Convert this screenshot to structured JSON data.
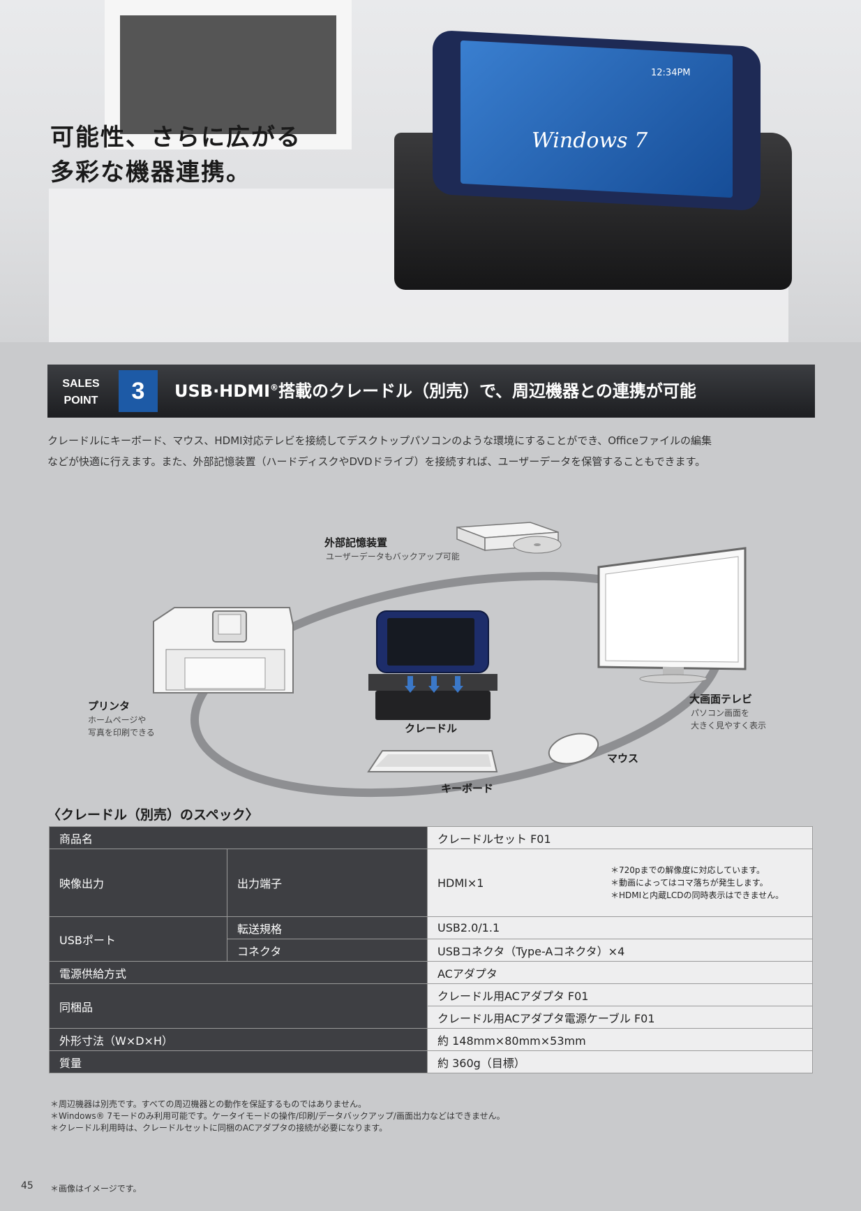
{
  "hero": {
    "title_line1": "可能性、さらに広がる",
    "title_line2": "多彩な機器連携。",
    "screen_brand": "Windows 7",
    "screen_time": "12:34PM"
  },
  "banner": {
    "sales_line1": "SALES",
    "sales_line2": "POINT",
    "number": "3",
    "title_part1": "USB·HDMI",
    "title_sup": "®",
    "title_part2": "搭載のクレードル（別売）で、周辺機器との連携が可能"
  },
  "intro": {
    "line1": "クレードルにキーボード、マウス、HDMI対応テレビを接続してデスクトップパソコンのような環境にすることができ、Officeファイルの編集",
    "line2": "などが快適に行えます。また、外部記憶装置（ハードディスクやDVDドライブ）を接続すれば、ユーザーデータを保管することもできます。"
  },
  "diagram": {
    "storage_label": "外部記憶装置",
    "storage_sub": "ユーザーデータもバックアップ可能",
    "printer_label": "プリンタ",
    "printer_sub1": "ホームページや",
    "printer_sub2": "写真を印刷できる",
    "cradle_label": "クレードル",
    "tv_label": "大画面テレビ",
    "tv_sub1": "パソコン画面を",
    "tv_sub2": "大きく見やすく表示",
    "mouse_label": "マウス",
    "keyboard_label": "キーボード"
  },
  "spec": {
    "title": "〈クレードル（別売）のスペック〉",
    "product_label": "商品名",
    "product_value": "クレードルセット F01",
    "video_label": "映像出力",
    "video_sub": "出力端子",
    "video_value": "HDMI×1",
    "video_note1": "＊720pまでの解像度に対応しています。",
    "video_note2": "＊動画によってはコマ落ちが発生します。",
    "video_note3": "＊HDMIと内蔵LCDの同時表示はできません。",
    "usb_label": "USBポート",
    "usb_sub1": "転送規格",
    "usb_value1": "USB2.0/1.1",
    "usb_sub2": "コネクタ",
    "usb_value2": "USBコネクタ（Type-Aコネクタ）×4",
    "power_label": "電源供給方式",
    "power_value": "ACアダプタ",
    "bundle_label": "同梱品",
    "bundle_value1": "クレードル用ACアダプタ F01",
    "bundle_value2": "クレードル用ACアダプタ電源ケーブル F01",
    "dims_label": "外形寸法（W×D×H）",
    "dims_value": "約 148mm×80mm×53mm",
    "weight_label": "質量",
    "weight_value": "約 360g（目標）"
  },
  "footnotes": {
    "n1": "＊周辺機器は別売です。すべての周辺機器との動作を保証するものではありません。",
    "n2": "＊Windows® 7モードのみ利用可能です。ケータイモードの操作/印刷/データバックアップ/画面出力などはできません。",
    "n3": "＊クレードル利用時は、クレードルセットに同梱のACアダプタの接続が必要になります。"
  },
  "footer": {
    "page_number": "45",
    "image_note": "＊画像はイメージです。"
  }
}
